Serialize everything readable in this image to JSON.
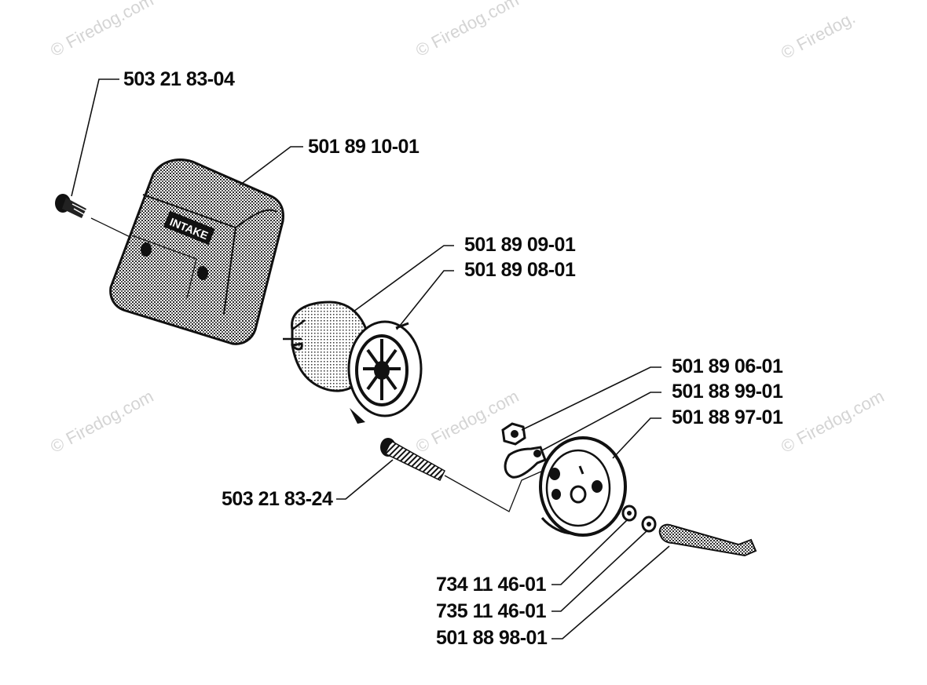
{
  "watermarks": {
    "w1": "© Firedog.com",
    "w2": "© Firedog.com",
    "w3": "© Firedog.",
    "w4": "© Firedog.com",
    "w5": "© Firedog.com",
    "w6": "© Firedog.com"
  },
  "cover_text": "INTAKE",
  "labels": {
    "screw_top": "503 21 83-04",
    "filter_cover": "501 89 10-01",
    "filter_element": "501 89 09-01",
    "filter_holder": "501 89 08-01",
    "nut": "501 89 06-01",
    "bracket": "501 88 99-01",
    "base_plate": "501 88 97-01",
    "long_screw": "503 21 83-24",
    "washer_a": "734 11 46-01",
    "washer_b": "735 11 46-01",
    "choke_rod": "501 88 98-01"
  }
}
